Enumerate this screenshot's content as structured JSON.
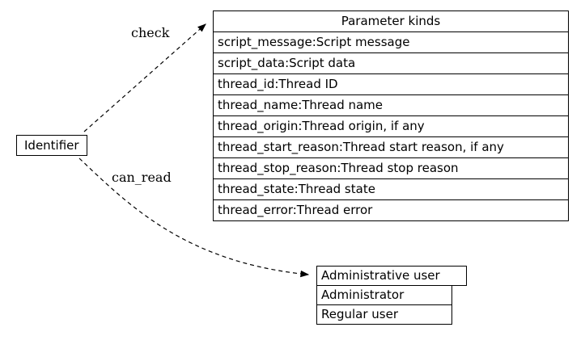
{
  "diagram": {
    "identifier": {
      "label": "Identifier"
    },
    "parameter_kinds": {
      "title": "Parameter kinds",
      "rows": [
        "script_message:Script message",
        "script_data:Script data",
        "thread_id:Thread ID",
        "thread_name:Thread name",
        "thread_origin:Thread origin, if any",
        "thread_start_reason:Thread start reason, if any",
        "thread_stop_reason:Thread stop reason",
        "thread_state:Thread state",
        "thread_error:Thread error"
      ]
    },
    "users": {
      "title": "Administrative user",
      "rows": [
        "Administrator",
        "Regular user"
      ]
    },
    "edges": {
      "check": {
        "label": "check",
        "style": "dashed"
      },
      "can_read": {
        "label": "can_read",
        "style": "dashed"
      }
    }
  },
  "colors": {
    "line": "#000000",
    "background": "#ffffff",
    "text": "#000000"
  }
}
